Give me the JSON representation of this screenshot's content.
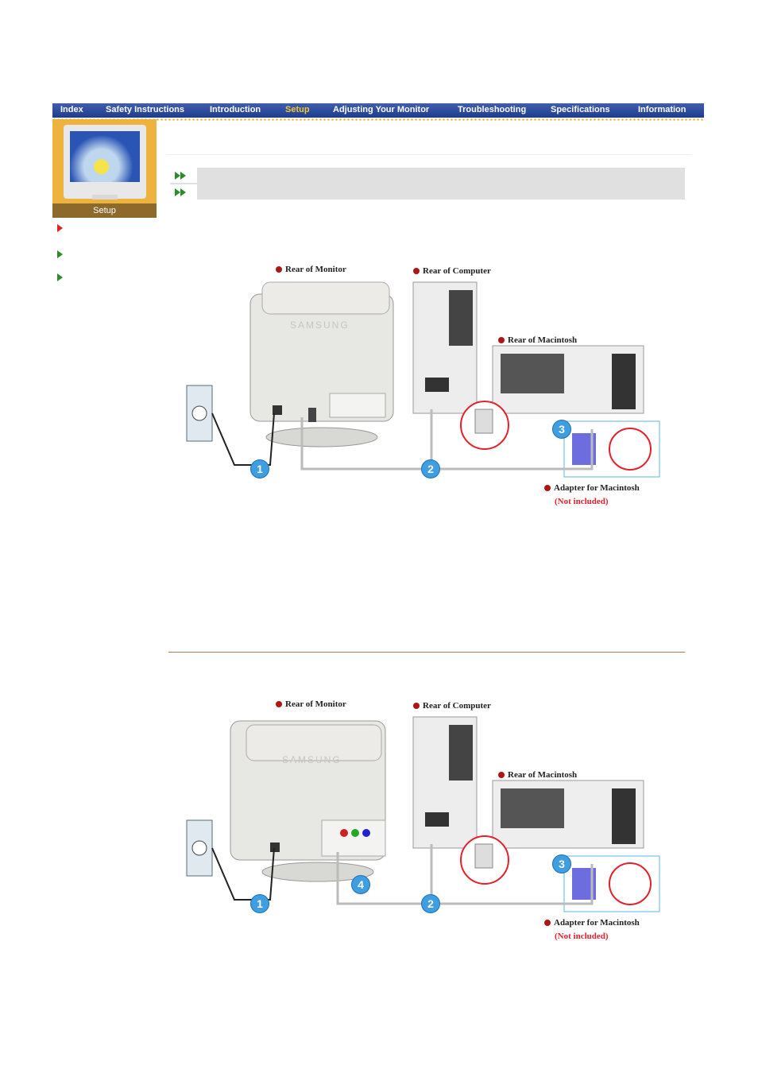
{
  "nav": {
    "items": [
      "Index",
      "Safety Instructions",
      "Introduction",
      "Setup",
      "Adjusting Your Monitor",
      "Troubleshooting",
      "Specifications",
      "Information"
    ],
    "active": "Setup"
  },
  "side": {
    "label": "Setup"
  },
  "diagram1": {
    "rear_monitor": "Rear of Monitor",
    "rear_computer": "Rear of Computer",
    "rear_mac": "Rear of  Macintosh",
    "adapter": "Adapter for Macintosh",
    "not_included": "(Not included)",
    "monitor_brand": "SAMSUNG",
    "steps": [
      "1",
      "2",
      "3"
    ]
  },
  "diagram2": {
    "rear_monitor": "Rear of Monitor",
    "rear_computer": "Rear of Computer",
    "rear_mac": "Rear of  Macintosh",
    "adapter": "Adapter for Macintosh",
    "not_included": "(Not included)",
    "monitor_brand": "SAMSUNG",
    "steps": [
      "1",
      "2",
      "3",
      "4"
    ]
  },
  "colors": {
    "nav_bg": "#2a4a9c",
    "nav_active": "#f5c431",
    "side_panel": "#eeb33e",
    "accent_red": "#e5202b",
    "step_blue": "#3e9ee0"
  }
}
